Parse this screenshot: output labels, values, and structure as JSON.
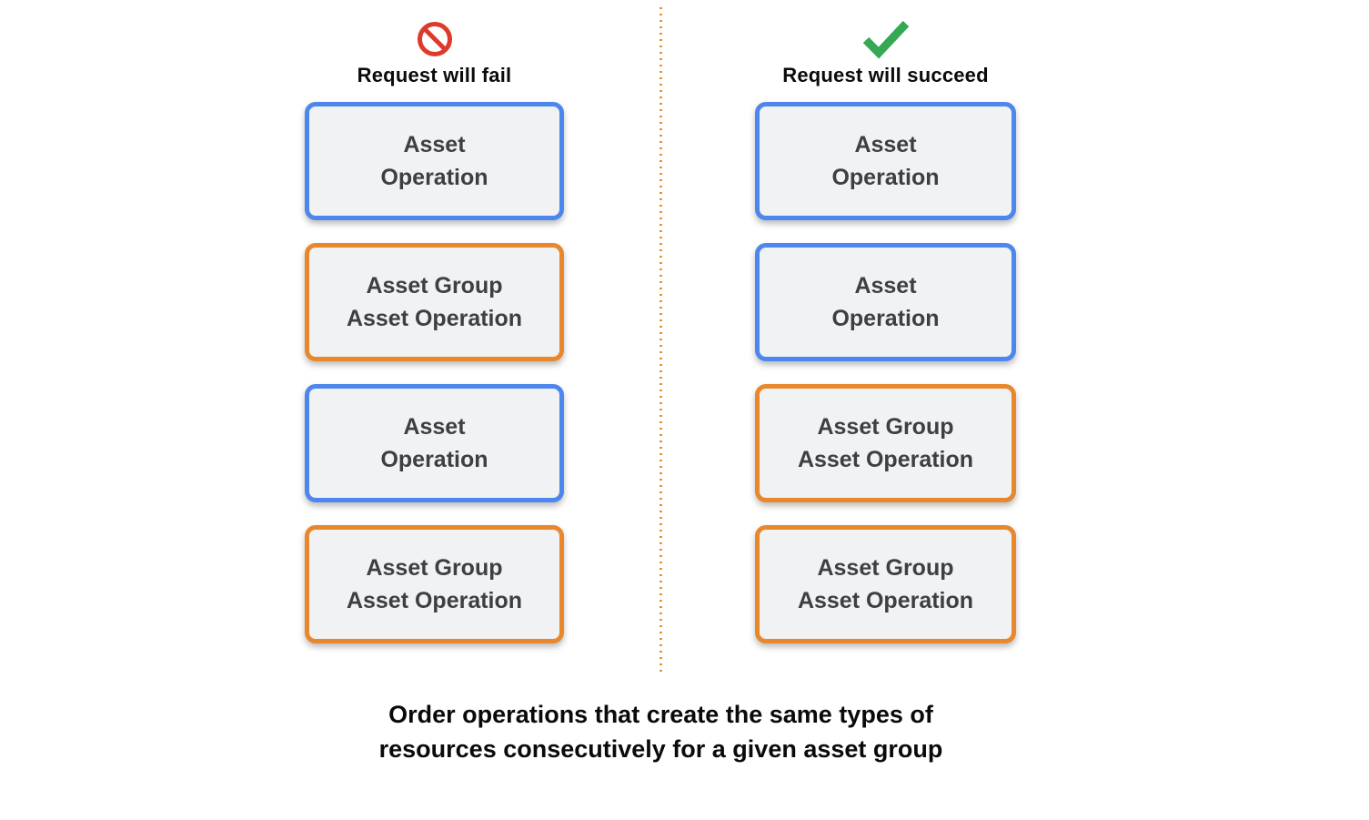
{
  "diagram": {
    "columns": [
      {
        "id": "fail",
        "icon": "prohibition-icon",
        "title": "Request will fail",
        "boxes": [
          {
            "type": "asset-operation",
            "label": "Asset\nOperation"
          },
          {
            "type": "asset-group-asset-operation",
            "label": "Asset Group\nAsset Operation"
          },
          {
            "type": "asset-operation",
            "label": "Asset\nOperation"
          },
          {
            "type": "asset-group-asset-operation",
            "label": "Asset Group\nAsset Operation"
          }
        ]
      },
      {
        "id": "succeed",
        "icon": "checkmark-icon",
        "title": "Request will succeed",
        "boxes": [
          {
            "type": "asset-operation",
            "label": "Asset\nOperation"
          },
          {
            "type": "asset-operation",
            "label": "Asset\nOperation"
          },
          {
            "type": "asset-group-asset-operation",
            "label": "Asset Group\nAsset Operation"
          },
          {
            "type": "asset-group-asset-operation",
            "label": "Asset Group\nAsset Operation"
          }
        ]
      }
    ],
    "caption": "Order operations that create the same types of\nresources consecutively for a given asset group",
    "colors": {
      "asset_operation_border": "#4D86EC",
      "asset_group_border": "#E8872B",
      "box_fill": "#F1F2F3",
      "box_text": "#3C4043",
      "fail_icon": "#DE3A2B",
      "succeed_icon": "#34A853",
      "divider": "#E8932C"
    }
  }
}
